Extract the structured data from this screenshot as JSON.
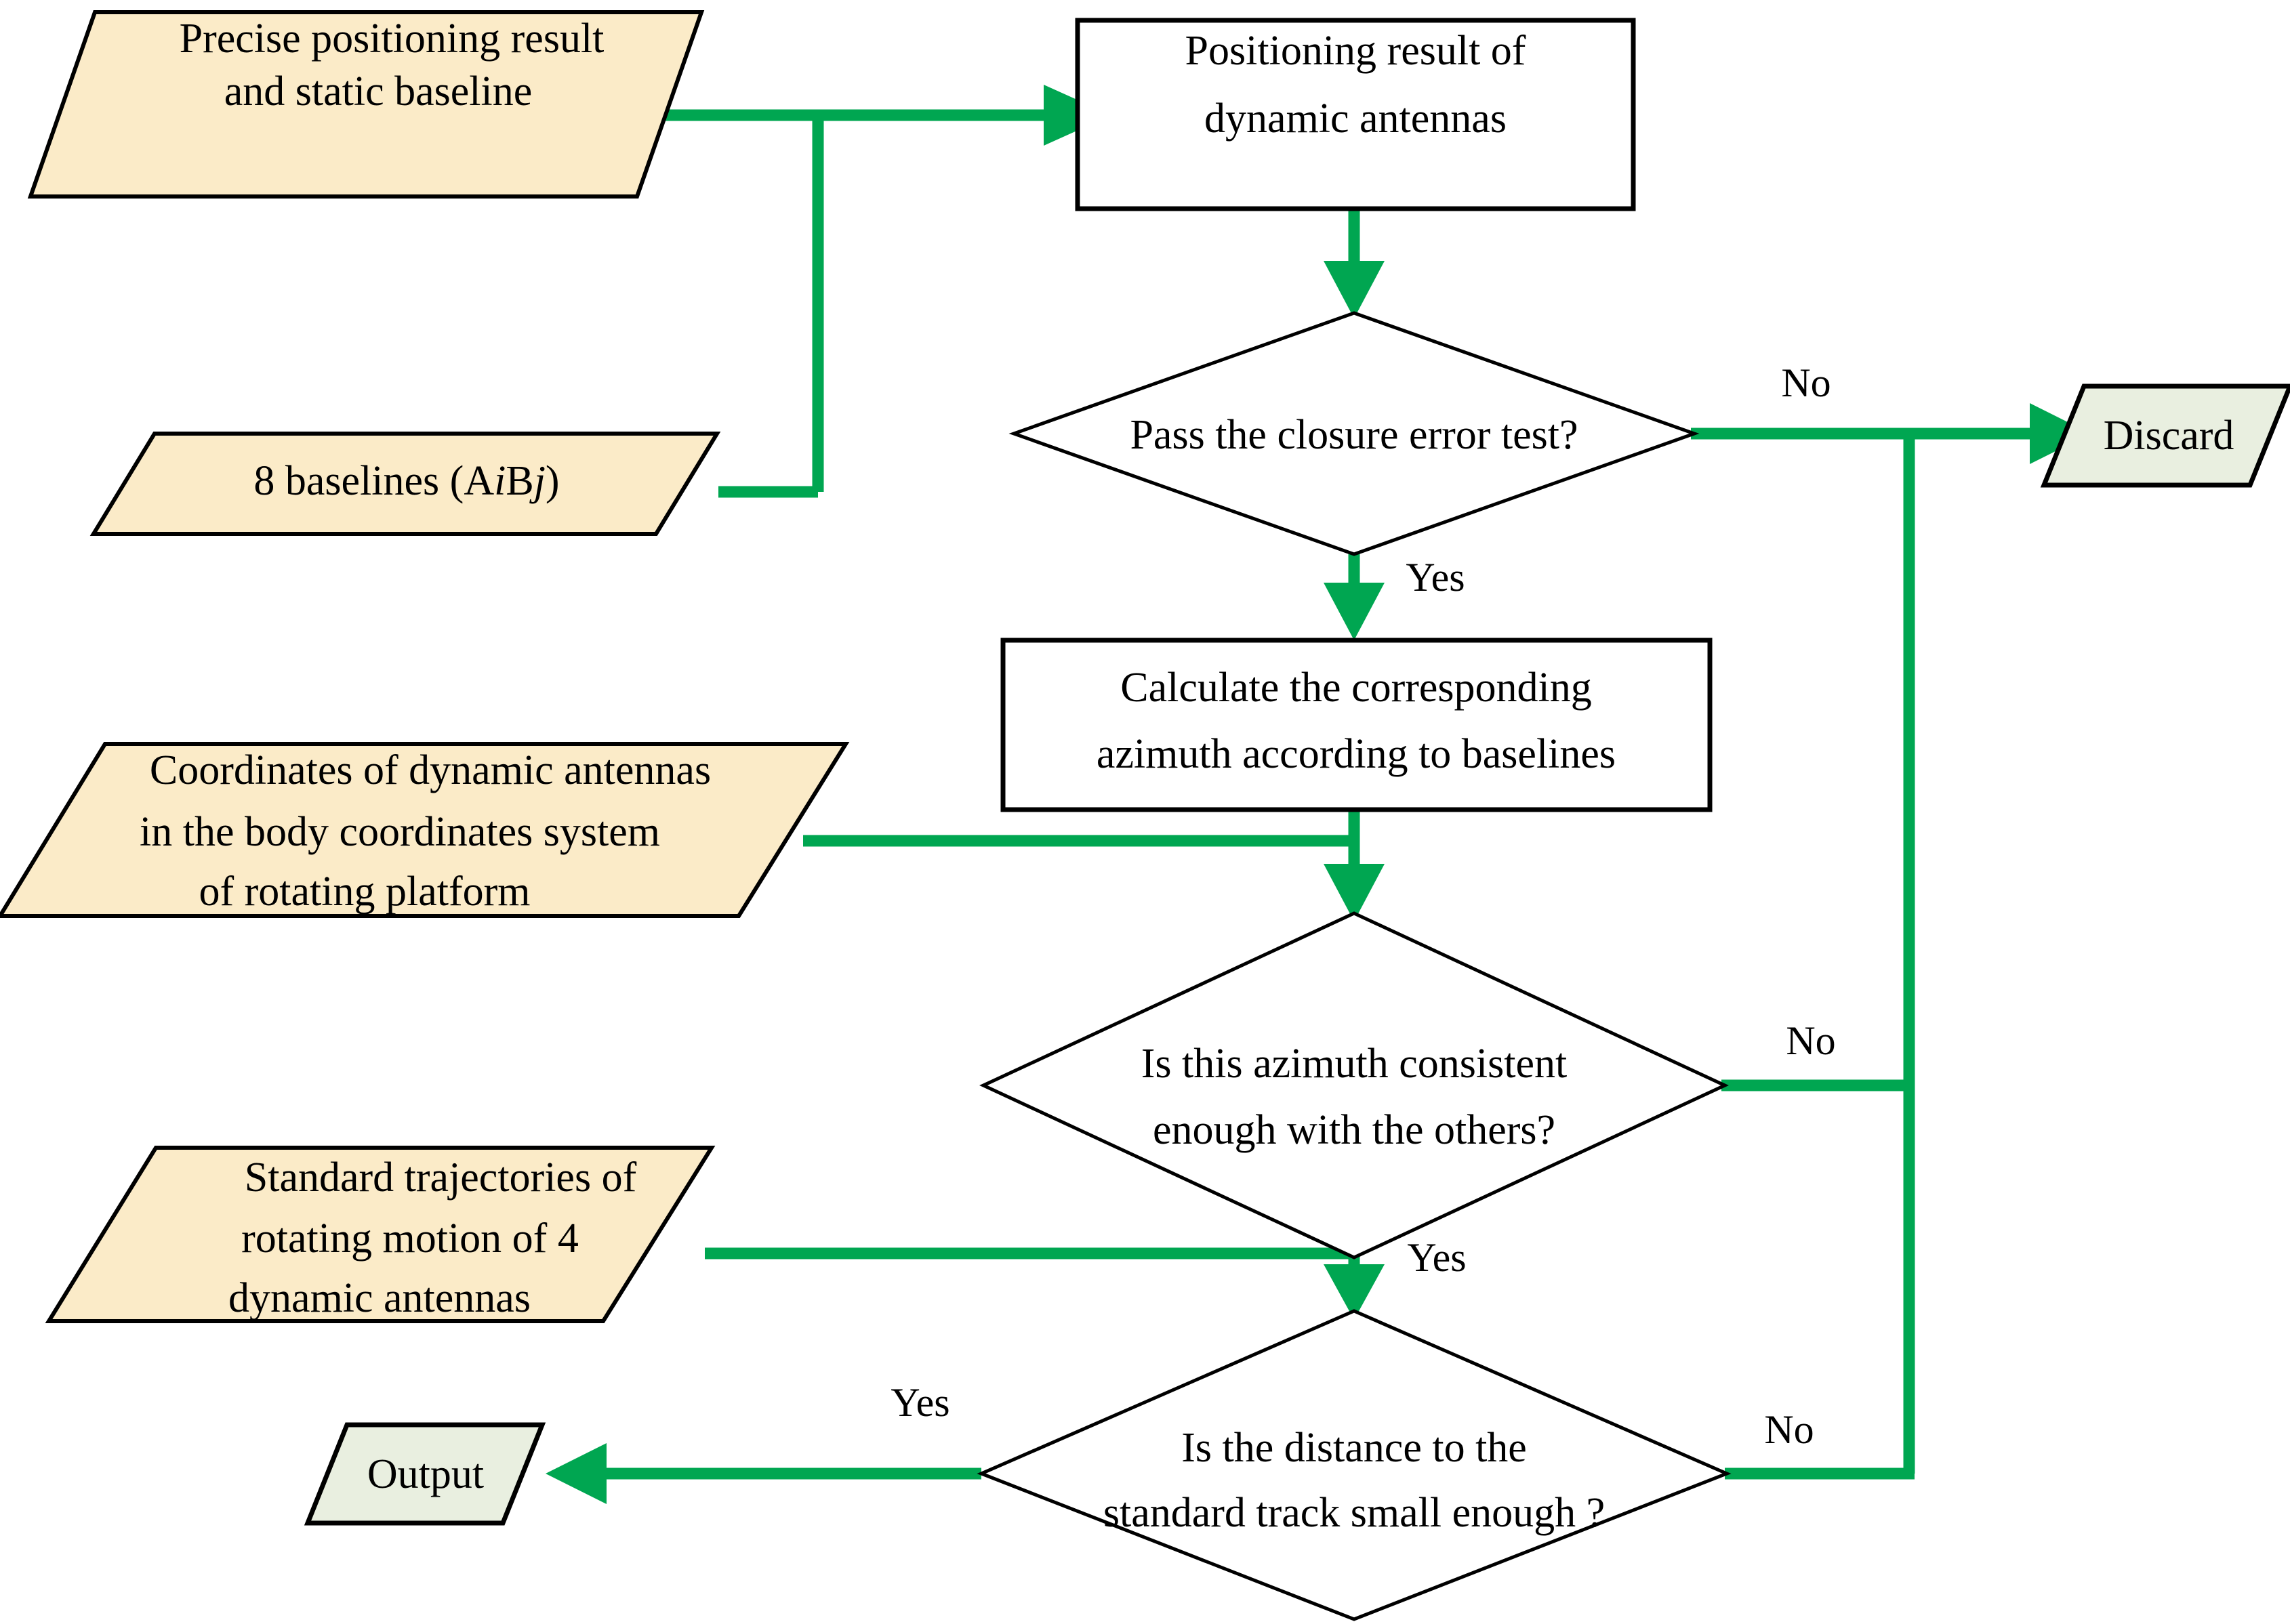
{
  "diagram": {
    "title": "Dynamic antenna positioning quality-control flowchart",
    "colors": {
      "connector_green": "#00A651",
      "input_fill": "#FBEBC8",
      "terminal_fill": "#E9EFE0",
      "process_fill": "#FFFFFF",
      "outline_black": "#000000",
      "background": "#FFFFFF"
    },
    "nodes": [
      {
        "id": "precise-positioning-input",
        "type": "input-parallelogram",
        "lines": [
          "Precise positioning result",
          "and static baseline"
        ]
      },
      {
        "id": "positioning-result-process",
        "type": "process-rectangle",
        "lines": [
          "Positioning result of",
          "dynamic antennas"
        ]
      },
      {
        "id": "baselines-input",
        "type": "input-parallelogram",
        "lines": [
          "8 baselines (AiBj)"
        ],
        "rich": [
          {
            "t": "8 baselines (A",
            "style": "normal"
          },
          {
            "t": "i",
            "style": "italic"
          },
          {
            "t": "B",
            "style": "normal"
          },
          {
            "t": "j",
            "style": "italic"
          },
          {
            "t": ")",
            "style": "normal"
          }
        ]
      },
      {
        "id": "closure-error-decision",
        "type": "decision-diamond",
        "lines": [
          "Pass the closure error test?"
        ]
      },
      {
        "id": "discard-terminal",
        "type": "terminal-parallelogram",
        "lines": [
          "Discard"
        ]
      },
      {
        "id": "calculate-azimuth-process",
        "type": "process-rectangle",
        "lines": [
          "Calculate the corresponding",
          "azimuth according to baselines"
        ]
      },
      {
        "id": "body-coordinates-input",
        "type": "input-parallelogram",
        "lines": [
          "Coordinates of dynamic antennas",
          "in the body coordinates system",
          "of rotating platform"
        ]
      },
      {
        "id": "azimuth-consistency-decision",
        "type": "decision-diamond",
        "lines": [
          "Is this azimuth consistent",
          "enough with the others?"
        ]
      },
      {
        "id": "standard-trajectories-input",
        "type": "input-parallelogram",
        "lines": [
          "Standard trajectories of",
          "rotating motion of 4",
          "dynamic antennas"
        ]
      },
      {
        "id": "distance-decision",
        "type": "decision-diamond",
        "lines": [
          "Is the distance to the",
          "standard track small enough ?"
        ]
      },
      {
        "id": "output-terminal",
        "type": "terminal-parallelogram",
        "lines": [
          "Output"
        ]
      }
    ],
    "edge_labels": {
      "closure_no": "No",
      "closure_yes": "Yes",
      "azimuth_no": "No",
      "azimuth_yes": "Yes",
      "distance_yes": "Yes",
      "distance_no": "No"
    }
  }
}
